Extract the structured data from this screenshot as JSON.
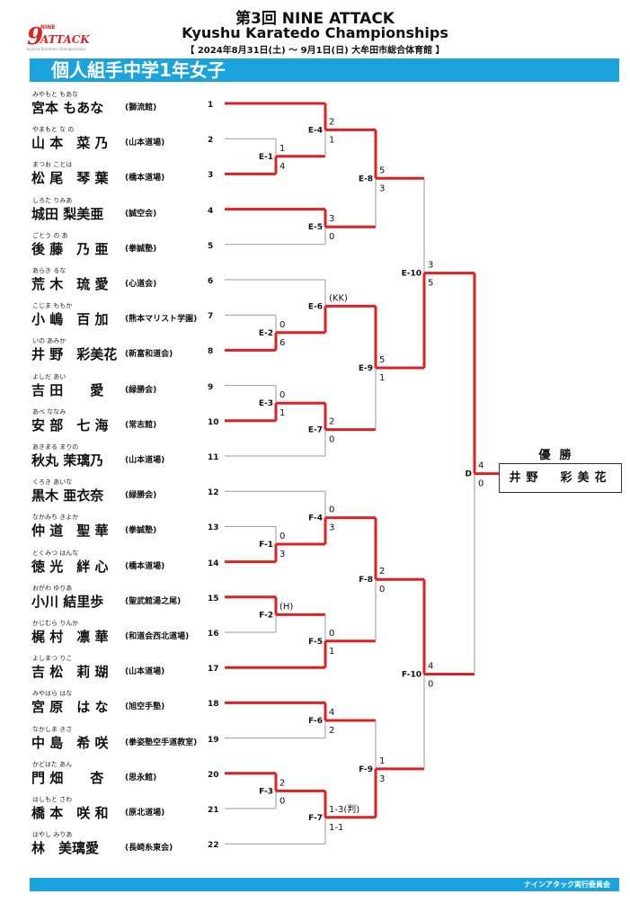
{
  "header": {
    "logo_num": "9",
    "logo_nine": "NINE",
    "logo_word": "ATTACK",
    "logo_tagline": "Kyushu Karatedo Championships",
    "title_line1": "第3回 NINE ATTACK",
    "title_line2": "Kyushu Karatedo Championships",
    "title_line3": "【 2024年8月31日(土) ～ 9月1日(日)  大牟田市総合体育館 】"
  },
  "category_title": "個人組手中学1年女子",
  "footer": "ナインアタック実行委員会",
  "champion": {
    "label": "優勝",
    "name": "井野　彩美花"
  },
  "players": [
    {
      "seed": "1",
      "furigana": "みやもと もあな",
      "name": "宮本 もあな",
      "dojo": "獅流館"
    },
    {
      "seed": "2",
      "furigana": "やまもと な の",
      "name": "山 本　菜 乃",
      "dojo": "山本道場"
    },
    {
      "seed": "3",
      "furigana": "まつお ことは",
      "name": "松 尾　琴 葉",
      "dojo": "橋本道場"
    },
    {
      "seed": "4",
      "furigana": "しろた りみあ",
      "name": "城田 梨美亜",
      "dojo": "誠空会"
    },
    {
      "seed": "5",
      "furigana": "ごとう の あ",
      "name": "後 藤　乃 亜",
      "dojo": "拳誠塾"
    },
    {
      "seed": "6",
      "furigana": "あらき るな",
      "name": "荒 木　琉 愛",
      "dojo": "心道会"
    },
    {
      "seed": "7",
      "furigana": "こじま ももか",
      "name": "小 嶋　百 加",
      "dojo": "熊本マリスト学園"
    },
    {
      "seed": "8",
      "furigana": "いの あみか",
      "name": "井 野　彩美花",
      "dojo": "新富和道会"
    },
    {
      "seed": "9",
      "furigana": "よしだ あい",
      "name": "吉 田　　愛",
      "dojo": "緑勝会"
    },
    {
      "seed": "10",
      "furigana": "あべ ななみ",
      "name": "安 部　七 海",
      "dojo": "常志館"
    },
    {
      "seed": "11",
      "furigana": "あきまる まりの",
      "name": "秋丸 茉璃乃",
      "dojo": "山本道場"
    },
    {
      "seed": "12",
      "furigana": "くろき あいな",
      "name": "黒木 亜衣奈",
      "dojo": "緑勝会"
    },
    {
      "seed": "13",
      "furigana": "なかみち きよか",
      "name": "仲 道　聖 華",
      "dojo": "拳誠塾"
    },
    {
      "seed": "14",
      "furigana": "とくみつ はんな",
      "name": "徳 光　絆 心",
      "dojo": "橋本道場"
    },
    {
      "seed": "15",
      "furigana": "おがわ ゆりあ",
      "name": "小川 結里歩",
      "dojo": "聖武館湯之尾"
    },
    {
      "seed": "16",
      "furigana": "かじむら りんか",
      "name": "梶 村　凛 華",
      "dojo": "和道会西北道場"
    },
    {
      "seed": "17",
      "furigana": "よしまつ りこ",
      "name": "吉 松　莉 瑚",
      "dojo": "山本道場"
    },
    {
      "seed": "18",
      "furigana": "みやはら はな",
      "name": "宮 原　は な",
      "dojo": "旭空手塾"
    },
    {
      "seed": "19",
      "furigana": "なかしま きさ",
      "name": "中 島　希 咲",
      "dojo": "拳姿塾空手道教室"
    },
    {
      "seed": "20",
      "furigana": "かどはた あん",
      "name": "門 畑　　杏",
      "dojo": "思永館"
    },
    {
      "seed": "21",
      "furigana": "はしもと さわ",
      "name": "橋 本　咲 和",
      "dojo": "原北道場"
    },
    {
      "seed": "22",
      "furigana": "はやし みりあ",
      "name": "林　美璃愛",
      "dojo": "長崎糸東会"
    }
  ],
  "matches": [
    {
      "id": "E-1",
      "top_score": "1",
      "bottom_score": "4"
    },
    {
      "id": "E-2",
      "top_score": "0",
      "bottom_score": "6"
    },
    {
      "id": "E-3",
      "top_score": "0",
      "bottom_score": "1"
    },
    {
      "id": "F-1",
      "top_score": "0",
      "bottom_score": "3"
    },
    {
      "id": "F-2",
      "top_score": "(H)",
      "bottom_score": ""
    },
    {
      "id": "F-3",
      "top_score": "2",
      "bottom_score": "0"
    },
    {
      "id": "E-4",
      "top_score": "2",
      "bottom_score": "1"
    },
    {
      "id": "E-5",
      "top_score": "3",
      "bottom_score": "0"
    },
    {
      "id": "E-6",
      "top_score": "(KK)",
      "bottom_score": ""
    },
    {
      "id": "E-7",
      "top_score": "2",
      "bottom_score": "0"
    },
    {
      "id": "F-4",
      "top_score": "0",
      "bottom_score": "3"
    },
    {
      "id": "F-5",
      "top_score": "0",
      "bottom_score": "1"
    },
    {
      "id": "F-6",
      "top_score": "4",
      "bottom_score": "2"
    },
    {
      "id": "F-7",
      "top_score": "1-3(判)",
      "bottom_score": "1-1"
    },
    {
      "id": "E-8",
      "top_score": "5",
      "bottom_score": "3"
    },
    {
      "id": "E-9",
      "top_score": "5",
      "bottom_score": "1"
    },
    {
      "id": "F-8",
      "top_score": "2",
      "bottom_score": "0"
    },
    {
      "id": "F-9",
      "top_score": "1",
      "bottom_score": "3"
    },
    {
      "id": "E-10",
      "top_score": "3",
      "bottom_score": "5"
    },
    {
      "id": "F-10",
      "top_score": "4",
      "bottom_score": "0"
    },
    {
      "id": "D",
      "top_score": "4",
      "bottom_score": "0"
    }
  ],
  "colors": {
    "accent": "#1aa3dd",
    "winner_line": "#e02020",
    "loser_line": "#999999"
  }
}
